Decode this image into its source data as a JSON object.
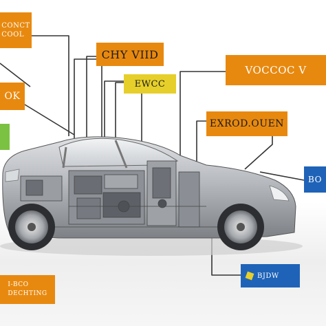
{
  "colors": {
    "orange": "#e8890f",
    "yellow": "#e6cf2a",
    "green": "#7cc242",
    "blue": "#1f63b8",
    "wire": "#333333",
    "body_silver": "#b9bcc0",
    "label_text_light": "#ffffff",
    "label_text_dark": "#1b1b1b"
  },
  "labels": {
    "top_left": "CONCT\nCOOL",
    "top_center": "CHY VIID",
    "top_right": "VOCCOC V",
    "yellow_center": "EWCC",
    "left_mid": "OK",
    "right_mid": "EXROD.OUEN",
    "right_blue": "BO",
    "bottom_left": "I-BCO\nDECHTING",
    "bottom_right": "BJDW"
  },
  "icons": {
    "green_edge": "green-tab-icon",
    "bottom_right": "connector-icon"
  }
}
